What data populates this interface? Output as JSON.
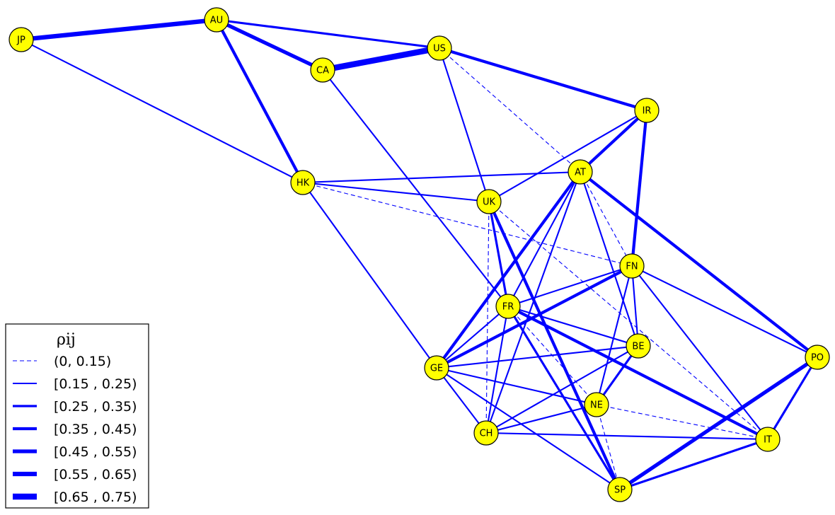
{
  "colors": {
    "edge": "#0000ff",
    "node_fill": "#ffff00",
    "node_stroke": "#000000"
  },
  "legend": {
    "title": "ρij",
    "items": [
      {
        "label": "(0, 0.15)",
        "style": "dashed",
        "weight": 1
      },
      {
        "label": "[0.15 , 0.25)",
        "style": "solid",
        "weight": 2
      },
      {
        "label": "[0.25 , 0.35)",
        "style": "solid",
        "weight": 3
      },
      {
        "label": "[0.35 , 0.45)",
        "style": "solid",
        "weight": 4
      },
      {
        "label": "[0.45 , 0.55)",
        "style": "solid",
        "weight": 5
      },
      {
        "label": "[0.55 , 0.65)",
        "style": "solid",
        "weight": 6
      },
      {
        "label": "[0.65 , 0.75)",
        "style": "solid",
        "weight": 8
      }
    ]
  },
  "nodes": [
    {
      "id": "JP",
      "label": "JP"
    },
    {
      "id": "AU",
      "label": "AU"
    },
    {
      "id": "CA",
      "label": "CA"
    },
    {
      "id": "US",
      "label": "US"
    },
    {
      "id": "IR",
      "label": "IR"
    },
    {
      "id": "HK",
      "label": "HK"
    },
    {
      "id": "AT",
      "label": "AT"
    },
    {
      "id": "UK",
      "label": "UK"
    },
    {
      "id": "FN",
      "label": "FN"
    },
    {
      "id": "FR",
      "label": "FR"
    },
    {
      "id": "BE",
      "label": "BE"
    },
    {
      "id": "PO",
      "label": "PO"
    },
    {
      "id": "GE",
      "label": "GE"
    },
    {
      "id": "NE",
      "label": "NE"
    },
    {
      "id": "CH",
      "label": "CH"
    },
    {
      "id": "IT",
      "label": "IT"
    },
    {
      "id": "SP",
      "label": "SP"
    }
  ],
  "edges": [
    {
      "source": "JP",
      "target": "AU",
      "weight": 6
    },
    {
      "source": "JP",
      "target": "HK",
      "weight": 2
    },
    {
      "source": "AU",
      "target": "US",
      "weight": 3
    },
    {
      "source": "AU",
      "target": "CA",
      "weight": 5
    },
    {
      "source": "AU",
      "target": "HK",
      "weight": 4
    },
    {
      "source": "CA",
      "target": "US",
      "weight": 8
    },
    {
      "source": "CA",
      "target": "FR",
      "weight": 2
    },
    {
      "source": "US",
      "target": "IR",
      "weight": 4
    },
    {
      "source": "US",
      "target": "UK",
      "weight": 2
    },
    {
      "source": "US",
      "target": "AT",
      "weight": 1
    },
    {
      "source": "IR",
      "target": "AT",
      "weight": 4
    },
    {
      "source": "IR",
      "target": "UK",
      "weight": 2
    },
    {
      "source": "IR",
      "target": "FN",
      "weight": 4
    },
    {
      "source": "HK",
      "target": "AT",
      "weight": 2
    },
    {
      "source": "HK",
      "target": "UK",
      "weight": 2
    },
    {
      "source": "HK",
      "target": "GE",
      "weight": 2
    },
    {
      "source": "HK",
      "target": "FN",
      "weight": 1
    },
    {
      "source": "UK",
      "target": "FR",
      "weight": 3
    },
    {
      "source": "UK",
      "target": "SP",
      "weight": 4
    },
    {
      "source": "UK",
      "target": "CH",
      "weight": 1
    },
    {
      "source": "UK",
      "target": "IT",
      "weight": 1
    },
    {
      "source": "AT",
      "target": "GE",
      "weight": 4
    },
    {
      "source": "AT",
      "target": "FR",
      "weight": 2
    },
    {
      "source": "AT",
      "target": "CH",
      "weight": 2
    },
    {
      "source": "AT",
      "target": "BE",
      "weight": 2
    },
    {
      "source": "AT",
      "target": "PO",
      "weight": 4
    },
    {
      "source": "AT",
      "target": "FN",
      "weight": 1
    },
    {
      "source": "FN",
      "target": "GE",
      "weight": 4
    },
    {
      "source": "FN",
      "target": "FR",
      "weight": 2
    },
    {
      "source": "FN",
      "target": "BE",
      "weight": 2
    },
    {
      "source": "FN",
      "target": "NE",
      "weight": 2
    },
    {
      "source": "FN",
      "target": "IT",
      "weight": 2
    },
    {
      "source": "FN",
      "target": "PO",
      "weight": 2
    },
    {
      "source": "FR",
      "target": "BE",
      "weight": 2
    },
    {
      "source": "FR",
      "target": "GE",
      "weight": 2
    },
    {
      "source": "FR",
      "target": "CH",
      "weight": 2
    },
    {
      "source": "FR",
      "target": "SP",
      "weight": 3
    },
    {
      "source": "FR",
      "target": "IT",
      "weight": 4
    },
    {
      "source": "FR",
      "target": "NE",
      "weight": 1
    },
    {
      "source": "BE",
      "target": "GE",
      "weight": 2
    },
    {
      "source": "BE",
      "target": "NE",
      "weight": 3
    },
    {
      "source": "BE",
      "target": "CH",
      "weight": 2
    },
    {
      "source": "GE",
      "target": "NE",
      "weight": 2
    },
    {
      "source": "GE",
      "target": "CH",
      "weight": 2
    },
    {
      "source": "GE",
      "target": "SP",
      "weight": 2
    },
    {
      "source": "NE",
      "target": "CH",
      "weight": 2
    },
    {
      "source": "NE",
      "target": "IT",
      "weight": 1
    },
    {
      "source": "NE",
      "target": "SP",
      "weight": 1
    },
    {
      "source": "CH",
      "target": "IT",
      "weight": 2
    },
    {
      "source": "PO",
      "target": "SP",
      "weight": 5
    },
    {
      "source": "PO",
      "target": "IT",
      "weight": 3
    },
    {
      "source": "IT",
      "target": "SP",
      "weight": 3
    }
  ]
}
